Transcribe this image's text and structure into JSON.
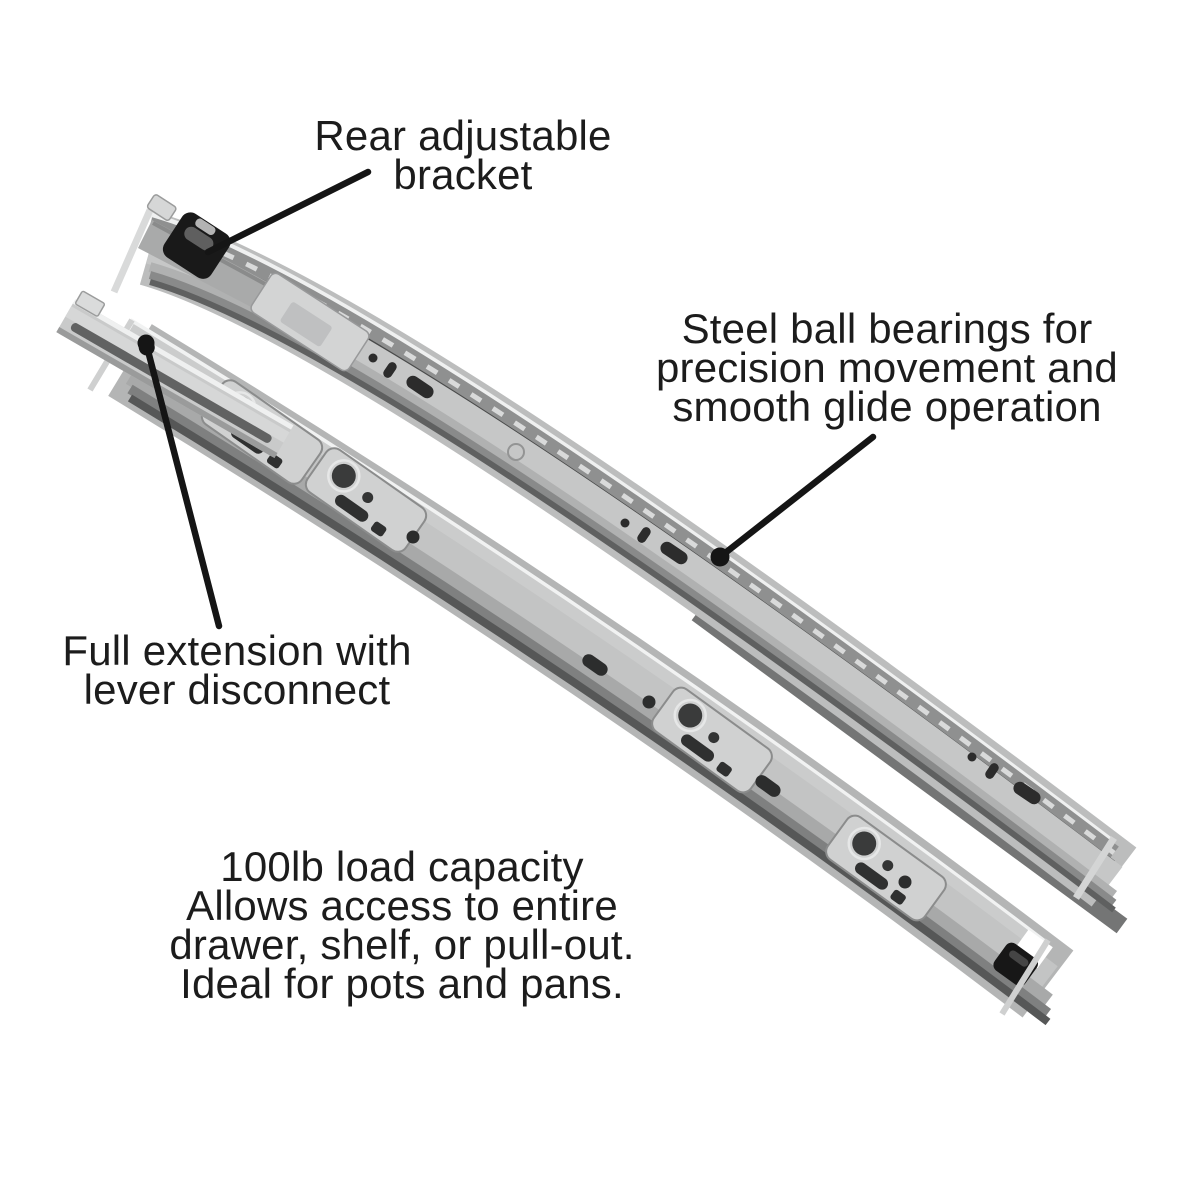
{
  "figure": {
    "background": "#ffffff",
    "subject": "pair of full extension ball bearing drawer slides shown diagonally with annotation callouts"
  },
  "callouts": {
    "rear_bracket": {
      "lines": [
        "Rear adjustable",
        "bracket"
      ]
    },
    "ball_bearings": {
      "lines": [
        "Steel ball bearings for",
        "precision movement and",
        "smooth glide operation"
      ]
    },
    "full_extension": {
      "lines": [
        "Full extension with",
        "lever disconnect"
      ]
    },
    "load_capacity": {
      "lines": [
        "100lb load capacity",
        "Allows access to entire",
        "drawer, shelf, or pull-out.",
        "Ideal for pots and pans."
      ]
    }
  },
  "colors": {
    "text": "#1c1c1c",
    "callout_line": "#151515",
    "metal_highlight": "#eff0f0",
    "metal_face": "#c6c7c7",
    "metal_mid": "#a8a9a9",
    "metal_shadow": "#5f6060",
    "bearing_channel": "#8f9090",
    "bearing_balls": "#d9dada",
    "plastic_bracket": "#191919"
  }
}
